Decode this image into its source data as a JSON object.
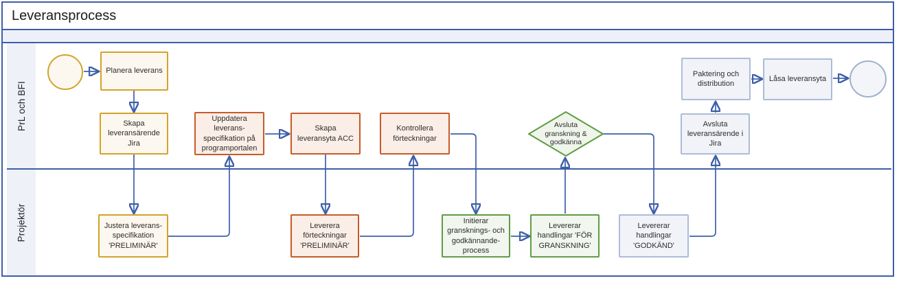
{
  "diagram": {
    "title": "Leveransprocess",
    "lanes": {
      "lane1": {
        "label": "PrL och BFI"
      },
      "lane2": {
        "label": "Projektör"
      }
    },
    "nodes": {
      "start": {
        "type": "start-event",
        "label": ""
      },
      "planera": {
        "type": "task",
        "style": "yellow",
        "label": "Planera leverans"
      },
      "skapaJira": {
        "type": "task",
        "style": "yellow",
        "label": "Skapa leveransärende Jira"
      },
      "uppdatera": {
        "type": "task",
        "style": "orange",
        "label": "Uppdatera leverans-specifikation på programportalen"
      },
      "skapaAcc": {
        "type": "task",
        "style": "orange",
        "label": "Skapa leveransyta ACC"
      },
      "kontrollera": {
        "type": "task",
        "style": "orange",
        "label": "Kontrollera förteckningar"
      },
      "avslutaGranskning": {
        "type": "decision",
        "style": "green",
        "label": "Avsluta granskning & godkänna"
      },
      "avslutaJira": {
        "type": "task",
        "style": "gray",
        "label": "Avsluta leveransärende i Jira"
      },
      "paktering": {
        "type": "task",
        "style": "gray",
        "label": "Paktering och distribution"
      },
      "lasa": {
        "type": "task",
        "style": "gray",
        "label": "Låsa leveransyta"
      },
      "end": {
        "type": "end-event",
        "label": ""
      },
      "justera": {
        "type": "task",
        "style": "yellow",
        "label": "Justera leverans-specifikation 'PRELIMINÄR'"
      },
      "levereraForteckningar": {
        "type": "task",
        "style": "orange",
        "label": "Leverera förteckningar 'PRELIMINÄR'"
      },
      "initierar": {
        "type": "task",
        "style": "green",
        "label": "Initierar gransknings- och godkännande-process"
      },
      "forGranskning": {
        "type": "task",
        "style": "green",
        "label": "Levererar handlingar 'FÖR GRANSKNING'"
      },
      "godkand": {
        "type": "task",
        "style": "gray",
        "label": "Levererar handlingar 'GODKÄND'"
      }
    },
    "edges": [
      {
        "from": "start",
        "to": "planera"
      },
      {
        "from": "planera",
        "to": "skapaJira"
      },
      {
        "from": "skapaJira",
        "to": "justera"
      },
      {
        "from": "justera",
        "to": "uppdatera"
      },
      {
        "from": "uppdatera",
        "to": "skapaAcc"
      },
      {
        "from": "skapaAcc",
        "to": "levereraForteckningar"
      },
      {
        "from": "levereraForteckningar",
        "to": "kontrollera"
      },
      {
        "from": "kontrollera",
        "to": "initierar"
      },
      {
        "from": "initierar",
        "to": "forGranskning"
      },
      {
        "from": "forGranskning",
        "to": "avslutaGranskning"
      },
      {
        "from": "avslutaGranskning",
        "to": "godkand"
      },
      {
        "from": "godkand",
        "to": "avslutaJira"
      },
      {
        "from": "avslutaJira",
        "to": "paktering"
      },
      {
        "from": "paktering",
        "to": "lasa"
      },
      {
        "from": "lasa",
        "to": "end"
      }
    ],
    "colors": {
      "pool_border": "#3c5ea8",
      "connector": "#3d5fa8",
      "lane_strip_bg": "#eff1f8",
      "band_bg": "#edf0f8",
      "yellow_border": "#d2a32b",
      "yellow_fill": "#fdf8ef",
      "orange_border": "#c55b28",
      "orange_fill": "#fbeee7",
      "green_border": "#5f9c44",
      "green_fill": "#f1f6ee",
      "gray_border": "#acbcd8",
      "gray_fill": "#f1f3f8",
      "end_event_border": "#9fb0cb"
    }
  }
}
